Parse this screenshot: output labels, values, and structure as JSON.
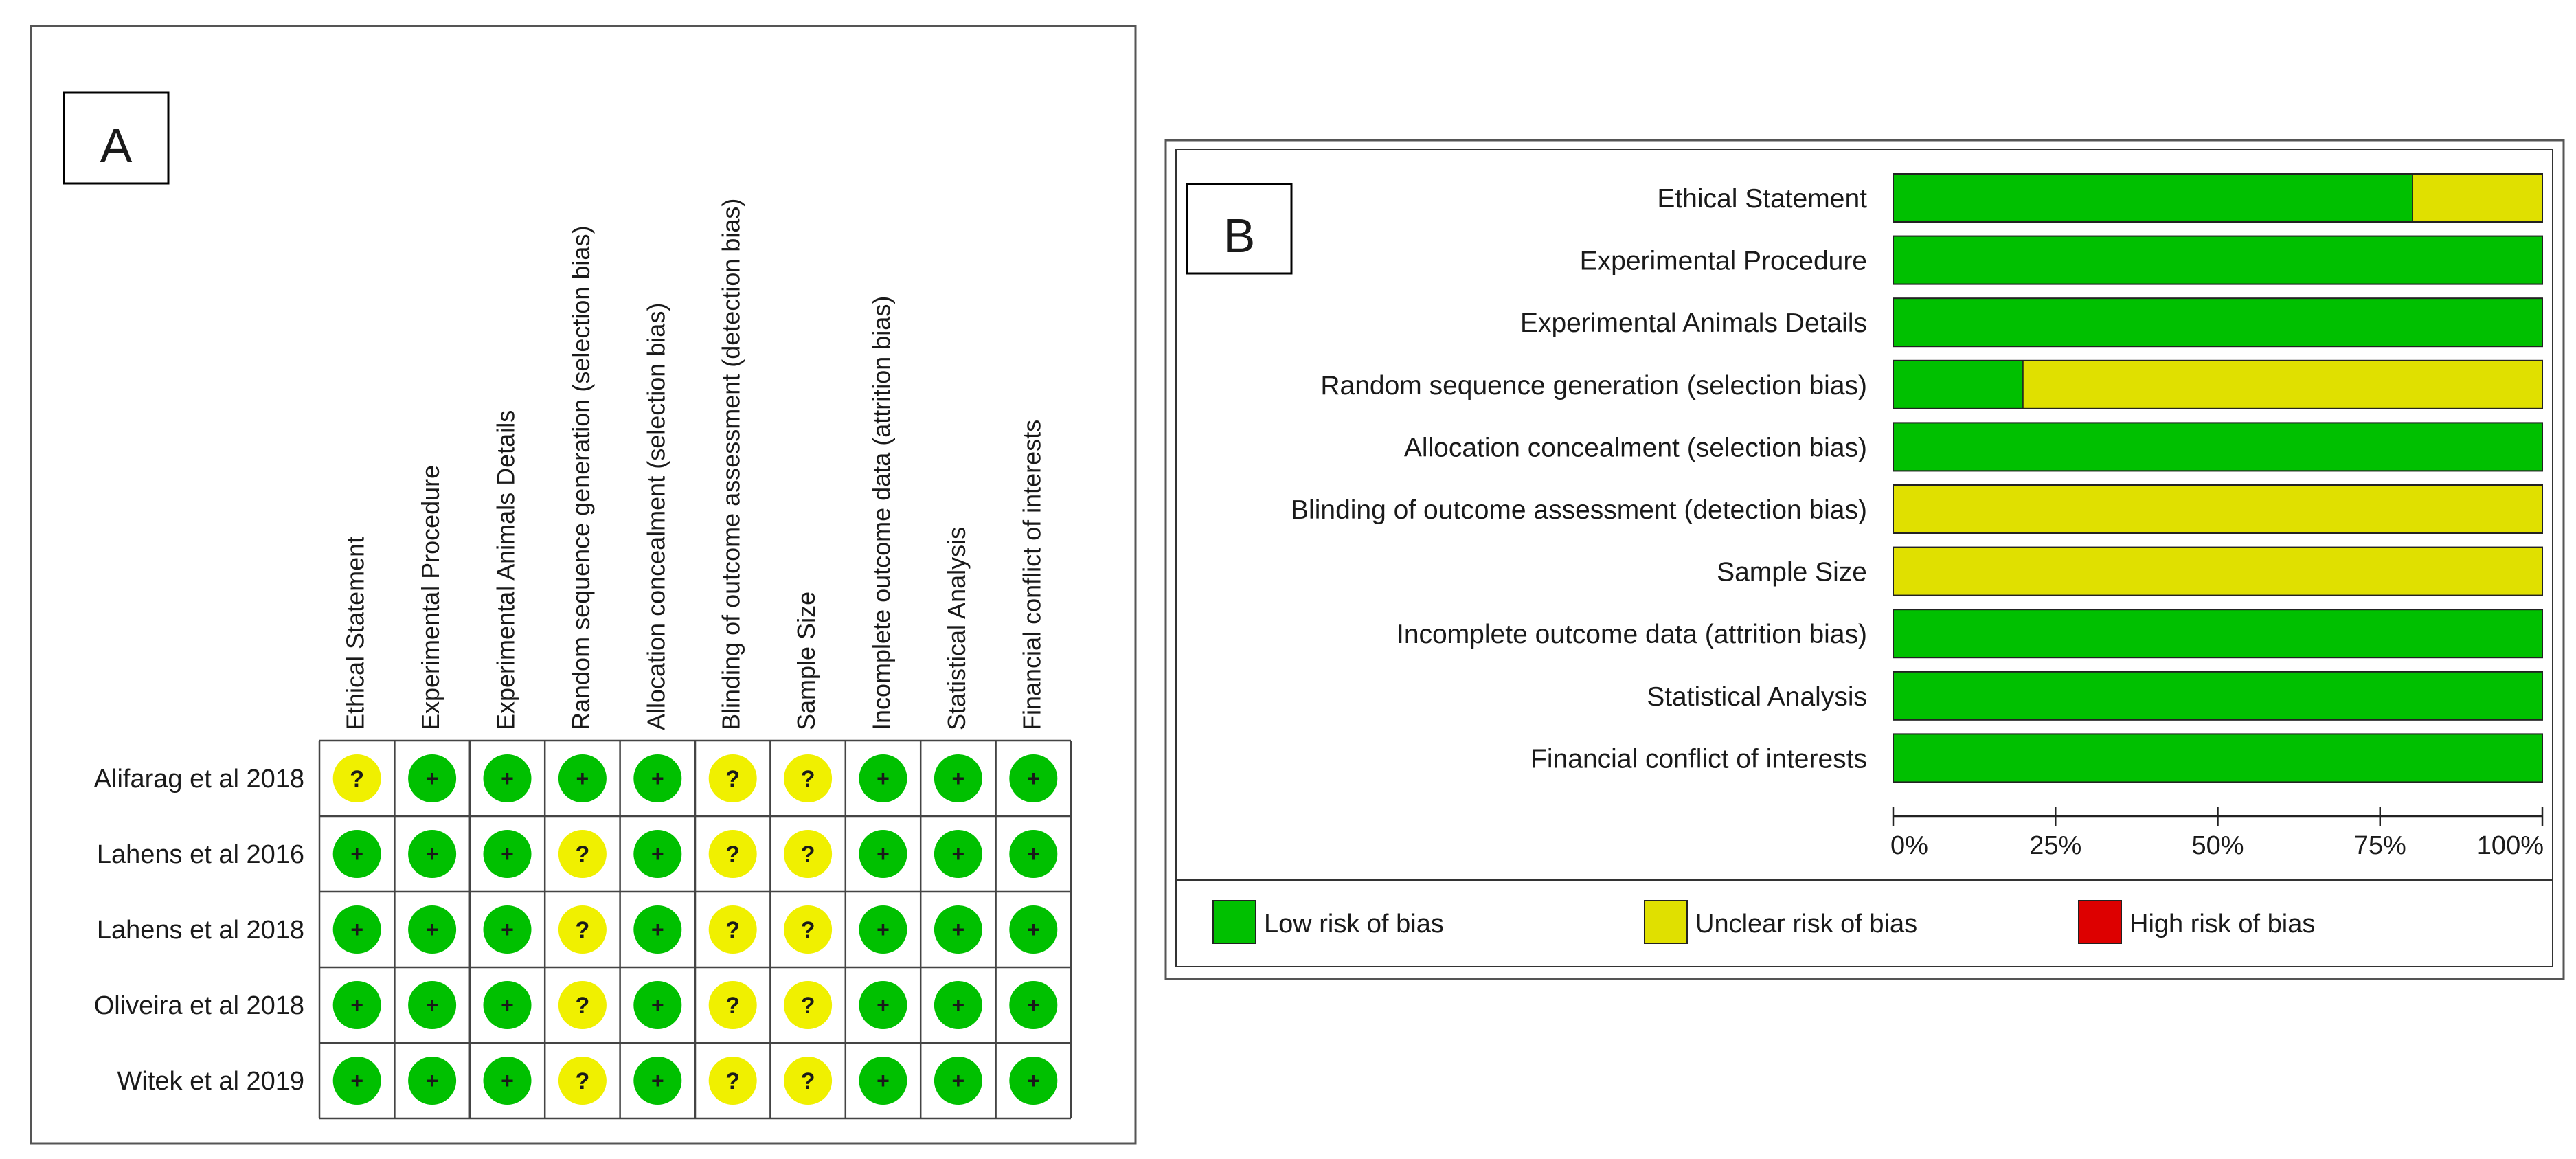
{
  "panel_a": {
    "label": "A",
    "columns": [
      "Ethical Statement",
      "Experimental Procedure",
      "Experimental Animals Details",
      "Random sequence generation (selection bias)",
      "Allocation concealment (selection bias)",
      "Blinding of outcome assessment (detection bias)",
      "Sample Size",
      "Incomplete outcome data (attrition bias)",
      "Statistical Analysis",
      "Financial conflict of interests"
    ],
    "rows": [
      {
        "study": "Alifarag et al 2018",
        "ratings": [
          "?",
          "+",
          "+",
          "+",
          "+",
          "?",
          "?",
          "+",
          "+",
          "+"
        ]
      },
      {
        "study": "Lahens et al 2016",
        "ratings": [
          "+",
          "+",
          "+",
          "?",
          "+",
          "?",
          "?",
          "+",
          "+",
          "+"
        ]
      },
      {
        "study": "Lahens et al 2018",
        "ratings": [
          "+",
          "+",
          "+",
          "?",
          "+",
          "?",
          "?",
          "+",
          "+",
          "+"
        ]
      },
      {
        "study": "Oliveira et al 2018",
        "ratings": [
          "+",
          "+",
          "+",
          "?",
          "+",
          "?",
          "?",
          "+",
          "+",
          "+"
        ]
      },
      {
        "study": "Witek et al 2019",
        "ratings": [
          "+",
          "+",
          "+",
          "?",
          "+",
          "?",
          "?",
          "+",
          "+",
          "+"
        ]
      }
    ]
  },
  "chart_data": {
    "type": "bar",
    "orientation": "horizontal-stacked",
    "panel_label": "B",
    "categories": [
      "Ethical Statement",
      "Experimental Procedure",
      "Experimental Animals Details",
      "Random sequence generation (selection bias)",
      "Allocation concealment (selection bias)",
      "Blinding of outcome assessment (detection bias)",
      "Sample Size",
      "Incomplete outcome data (attrition bias)",
      "Statistical Analysis",
      "Financial conflict of interests"
    ],
    "series": [
      {
        "name": "Low risk of bias",
        "color": "#00c000",
        "values": [
          80,
          100,
          100,
          20,
          100,
          0,
          0,
          100,
          100,
          100
        ]
      },
      {
        "name": "Unclear risk of bias",
        "color": "#e0e000",
        "values": [
          20,
          0,
          0,
          80,
          0,
          100,
          100,
          0,
          0,
          0
        ]
      },
      {
        "name": "High risk of bias",
        "color": "#dd0000",
        "values": [
          0,
          0,
          0,
          0,
          0,
          0,
          0,
          0,
          0,
          0
        ]
      }
    ],
    "xlim": [
      0,
      100
    ],
    "xticks": [
      {
        "value": 0,
        "label": "0%"
      },
      {
        "value": 25,
        "label": "25%"
      },
      {
        "value": 50,
        "label": "50%"
      },
      {
        "value": 75,
        "label": "75%"
      },
      {
        "value": 100,
        "label": "100%"
      }
    ],
    "legend_position": "bottom"
  },
  "colors": {
    "low": "#00c000",
    "unclear": "#f0f000",
    "high": "#dd0000"
  }
}
